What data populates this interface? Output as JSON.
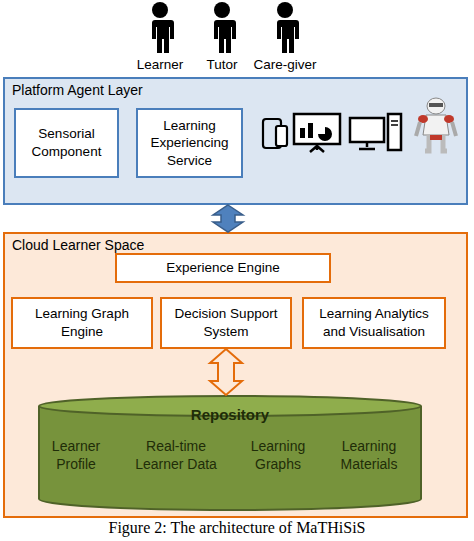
{
  "diagram": {
    "caption": "Figure 2: The architecture of MaTHiSiS",
    "nodes": [
      {
        "text": [
          "Platform Agent Layer"
        ]
      },
      {
        "text": [
          "Sensorial Component"
        ],
        "in": 0
      },
      {
        "text": [
          "Learning Experiencing Service"
        ],
        "in": 0
      },
      {
        "text": [
          "Cloud Learner Space"
        ]
      },
      {
        "text": [
          "Experience Engine"
        ],
        "in": 3
      },
      {
        "text": [
          "Learning Graph Engine"
        ],
        "in": 3
      },
      {
        "text": [
          "Decision Support System"
        ],
        "in": 3
      },
      {
        "text": [
          "Learning Analytics and Visualisation"
        ],
        "in": 3
      },
      {
        "text": [
          "Repository",
          "Learner Profile",
          "Real-time Learner Data",
          "Learning Graphs",
          "Learning Materials"
        ],
        "in": 3
      }
    ],
    "edges": [
      {
        "from": 0,
        "to": 3,
        "arrow": "both"
      },
      {
        "from": 6,
        "to": 8,
        "arrow": "both"
      }
    ],
    "labels": [
      "Learner",
      "Tutor",
      "Care-giver"
    ]
  }
}
